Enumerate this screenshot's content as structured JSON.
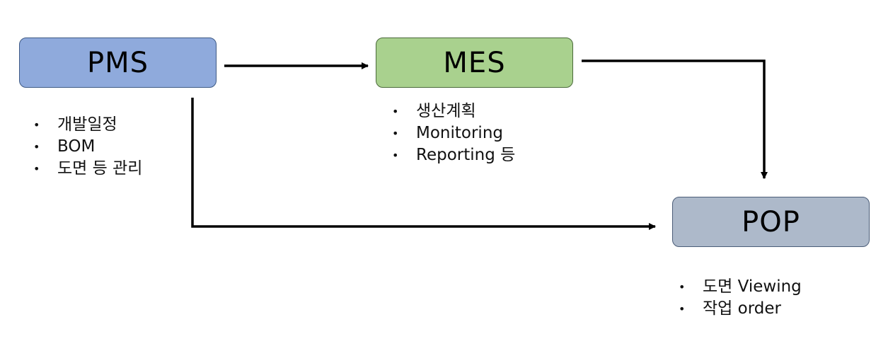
{
  "nodes": {
    "pms": {
      "label": "PMS",
      "color": "#8faadc"
    },
    "mes": {
      "label": "MES",
      "color": "#a9d18e"
    },
    "pop": {
      "label": "POP",
      "color": "#adb9ca"
    }
  },
  "lists": {
    "pms": [
      "개발일정",
      "BOM",
      "도면 등 관리"
    ],
    "mes": [
      "생산계획",
      "Monitoring",
      "Reporting 등"
    ],
    "pop": [
      "도면 Viewing",
      "작업 order"
    ]
  },
  "edges": [
    {
      "from": "PMS",
      "to": "MES"
    },
    {
      "from": "MES",
      "to": "POP"
    },
    {
      "from": "PMS",
      "to": "POP"
    }
  ]
}
